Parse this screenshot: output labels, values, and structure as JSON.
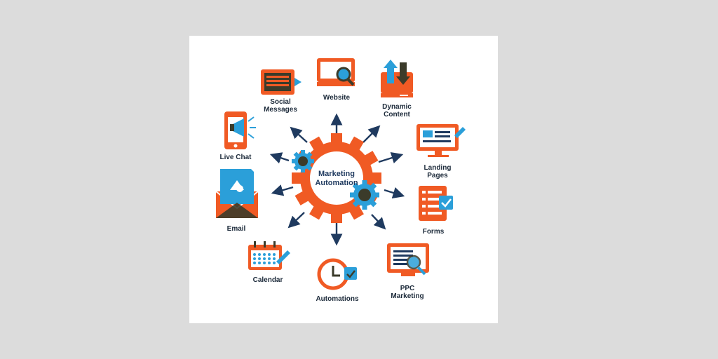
{
  "center": {
    "line1": "Marketing",
    "line2": "Automation"
  },
  "colors": {
    "orange": "#f05a24",
    "blue": "#2b9fd9",
    "navy": "#1f3a5f",
    "dark": "#3b3b2a"
  },
  "nodes": [
    {
      "id": "social-messages",
      "icon": "chat-bubble-icon",
      "lines": [
        "Social",
        "Messages"
      ]
    },
    {
      "id": "website",
      "icon": "monitor-search-icon",
      "lines": [
        "Website"
      ]
    },
    {
      "id": "dynamic-content",
      "icon": "up-down-arrows-icon",
      "lines": [
        "Dynamic",
        "Content"
      ]
    },
    {
      "id": "landing-pages",
      "icon": "landing-page-monitor-icon",
      "lines": [
        "Landing",
        "Pages"
      ]
    },
    {
      "id": "forms",
      "icon": "form-checklist-icon",
      "lines": [
        "Forms"
      ]
    },
    {
      "id": "ppc-marketing",
      "icon": "ppc-monitor-icon",
      "lines": [
        "PPC",
        "Marketing"
      ]
    },
    {
      "id": "automations",
      "icon": "clock-icon",
      "lines": [
        "Automations"
      ]
    },
    {
      "id": "calendar",
      "icon": "calendar-icon",
      "lines": [
        "Calendar"
      ]
    },
    {
      "id": "email",
      "icon": "envelope-icon",
      "lines": [
        "Email"
      ]
    },
    {
      "id": "live-chat",
      "icon": "phone-megaphone-icon",
      "lines": [
        "Live Chat"
      ]
    }
  ]
}
